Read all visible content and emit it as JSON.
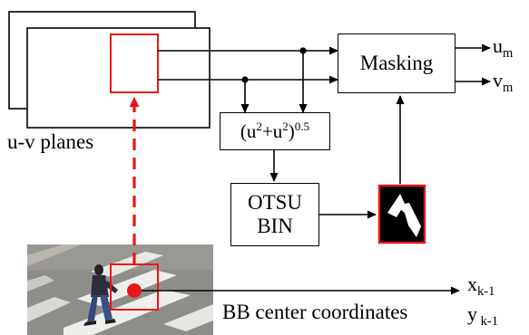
{
  "diagram": {
    "uv_planes_label": "u-v planes",
    "masking_label": "Masking",
    "magnitude": {
      "base_open": "(u",
      "exp1": "2",
      "plus": "+u",
      "exp2": "2",
      "close": ")",
      "power": "0.5"
    },
    "otsu_line1": "OTSU",
    "otsu_line2": "BIN",
    "out_u": {
      "base": "u",
      "sub": "m"
    },
    "out_v": {
      "base": "v",
      "sub": "m"
    },
    "out_x": {
      "base": "x",
      "sub": "k-1"
    },
    "out_y": {
      "base": "y",
      "sub": " k-1"
    },
    "bb_caption": "BB center coordinates",
    "colors": {
      "stroke": "#000000",
      "highlight": "#e8161b",
      "mask_bg": "#000000",
      "mask_fg": "#ffffff"
    }
  }
}
